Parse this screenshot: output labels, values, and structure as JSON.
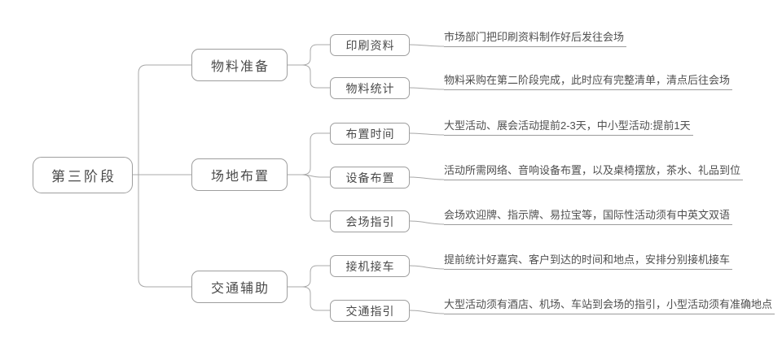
{
  "diagram": {
    "type": "mindmap",
    "direction": "left-to-right",
    "colors": {
      "background": "#ffffff",
      "line": "#a8a8a8",
      "node_border": "#9e9e9e",
      "node_fill": "#ffffff",
      "text": "#4a4a4a"
    },
    "root": {
      "label": "第三阶段"
    },
    "branches": [
      {
        "label": "物料准备",
        "children": [
          {
            "label": "印刷资料",
            "desc": "市场部门把印刷资料制作好后发往会场"
          },
          {
            "label": "物料统计",
            "desc": "物料采购在第二阶段完成，此时应有完整清单，清点后往会场"
          }
        ]
      },
      {
        "label": "场地布置",
        "children": [
          {
            "label": "布置时间",
            "desc": "大型活动、展会活动提前2-3天，中小型活动:提前1天"
          },
          {
            "label": "设备布置",
            "desc": "活动所需网络、音响设备布置，以及桌椅摆放，茶水、礼品到位"
          },
          {
            "label": "会场指引",
            "desc": "会场欢迎牌、指示牌、易拉宝等，国际性活动须有中英文双语"
          }
        ]
      },
      {
        "label": "交通辅助",
        "children": [
          {
            "label": "接机接车",
            "desc": "提前统计好嘉宾、客户到达的时间和地点，安排分别接机接车"
          },
          {
            "label": "交通指引",
            "desc": "大型活动须有酒店、机场、车站到会场的指引，小型活动须有准确地点"
          }
        ]
      }
    ]
  }
}
